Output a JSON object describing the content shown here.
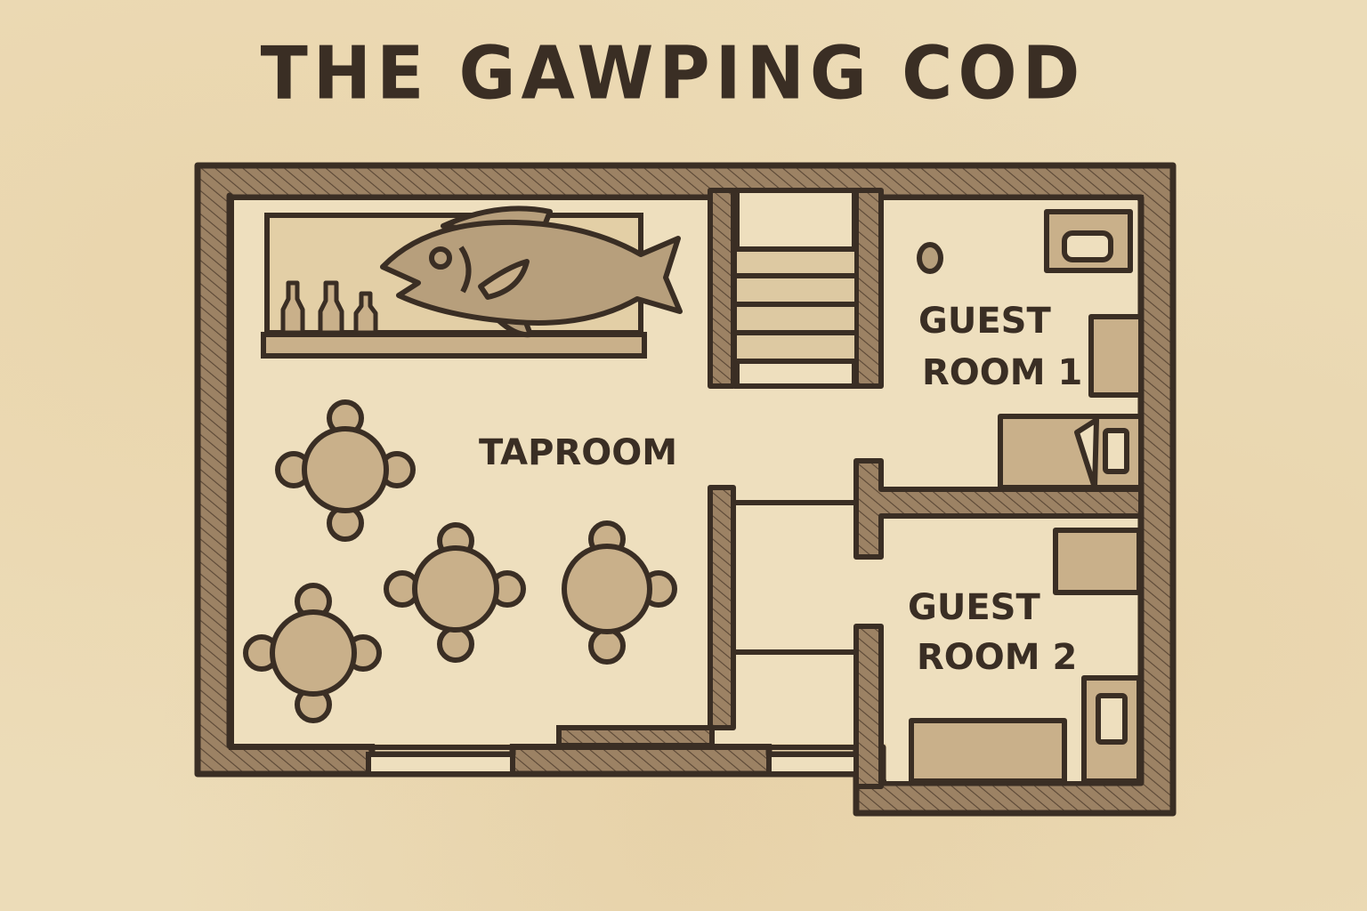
{
  "map": {
    "title": "THE GAWPING COD",
    "rooms": [
      {
        "id": "taproom",
        "label": "TAPROOM"
      },
      {
        "id": "guest-room-1",
        "label_line1": "GUEST",
        "label_line2": "ROOM 1"
      },
      {
        "id": "guest-room-2",
        "label_line1": "GUEST",
        "label_line2": "ROOM 2"
      }
    ],
    "features": {
      "bar_sign": "mounted-fish",
      "bottles": 3,
      "tables": 4,
      "chairs_per_table": 4,
      "stairs_steps": 4
    },
    "colors": {
      "paper": "#ecdcb8",
      "ink": "#3a2e24",
      "wall_fill": "#9c8264",
      "furniture_fill": "#c9b08a",
      "floor": "#eedfbe"
    }
  }
}
